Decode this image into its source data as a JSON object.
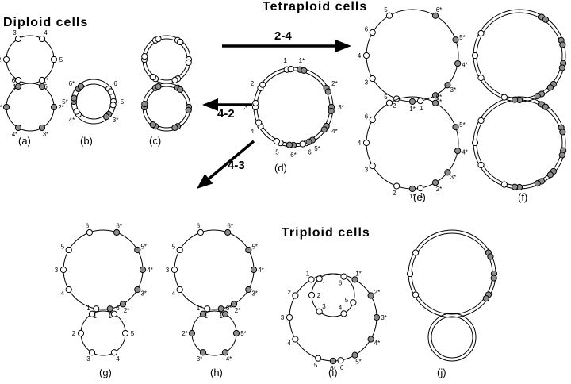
{
  "headings": {
    "diploid": "Diploid cells",
    "tetraploid": "Tetraploid cells",
    "triploid": "Triploid cells"
  },
  "transitions": {
    "t24": "2-4",
    "t42": "4-2",
    "t43": "4-3"
  },
  "panel_labels": {
    "a": "(a)",
    "b": "(b)",
    "c": "(c)",
    "d": "(d)",
    "e": "(e)",
    "f": "(f)",
    "g": "(g)",
    "h": "(h)",
    "i": "(i)",
    "j": "(j)"
  },
  "colors": {
    "line": "#000000",
    "open_dot": "#ffffff",
    "filled_dot": "#8c8c8c"
  },
  "dot_labels": [
    "1",
    "2",
    "3",
    "4",
    "5",
    "6",
    "1*",
    "2*",
    "3*",
    "4*",
    "5*",
    "6*"
  ]
}
